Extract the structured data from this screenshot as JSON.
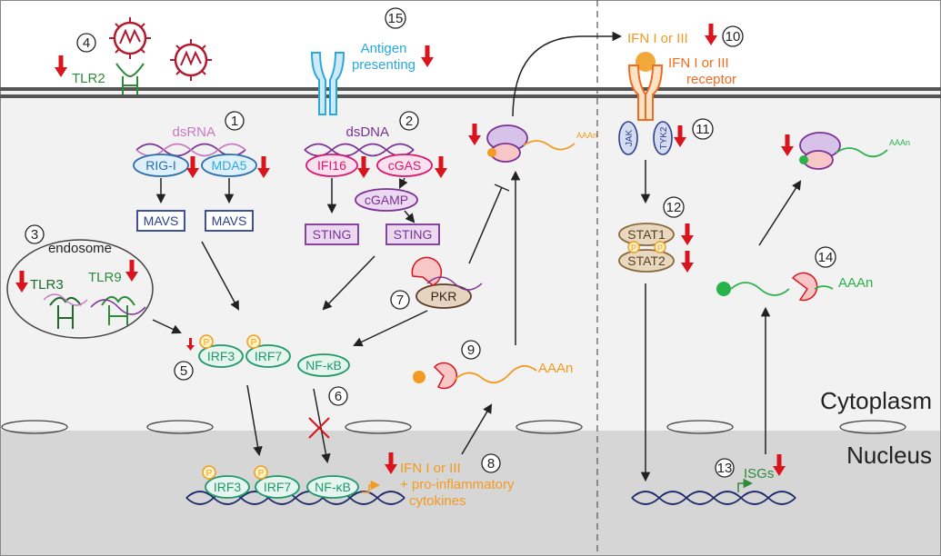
{
  "regions": {
    "cytoplasm": "Cytoplasm",
    "nucleus": "Nucleus"
  },
  "steps": {
    "s1": "1",
    "s2": "2",
    "s3": "3",
    "s4": "4",
    "s5": "5",
    "s6": "6",
    "s7": "7",
    "s8": "8",
    "s9": "9",
    "s10": "10",
    "s11": "11",
    "s12": "12",
    "s13": "13",
    "s14": "14",
    "s15": "15"
  },
  "labels": {
    "tlr2": "TLR2",
    "antigen_line1": "Antigen",
    "antigen_line2": "presenting",
    "dsrna": "dsRNA",
    "dsdna": "dsDNA",
    "rigi": "RIG-I",
    "mda5": "MDA5",
    "mavs": "MAVS",
    "ifi16": "IFI16",
    "cgas": "cGAS",
    "cgamp": "cGAMP",
    "sting": "STING",
    "endosome": "endosome",
    "tlr3": "TLR3",
    "tlr9": "TLR9",
    "pkr": "PKR",
    "irf3": "IRF3",
    "irf7": "IRF7",
    "nfkb": "NF-κB",
    "p": "P",
    "polya": "AAAn",
    "polya_small": "AAAn",
    "ifn_top": "IFN I or III",
    "receptor_line1": "IFN I or III",
    "receptor_line2": "receptor",
    "jak": "JAK",
    "tyk2": "TYK2",
    "stat1": "STAT1",
    "stat2": "STAT2",
    "nuc_ifn_line1": "IFN I or III",
    "nuc_ifn_line2": "+ pro-inflammatory",
    "nuc_ifn_line3": "cytokines",
    "isgs": "ISGs"
  },
  "colors": {
    "background_top": "#ffffff",
    "cytoplasm": "#f2f2f2",
    "nucleus": "#d6d6d6",
    "membrane": "#555555",
    "down_arrow": "#d9141c",
    "irf_green": "#1e9a6a",
    "orange": "#f29a21",
    "navy": "#2a3f8f",
    "purple": "#7b3294",
    "magenta": "#d6196f",
    "virus_red": "#b11a2f",
    "tlr_green": "#2e8b3a",
    "antigen_blue": "#2aa9e0"
  }
}
